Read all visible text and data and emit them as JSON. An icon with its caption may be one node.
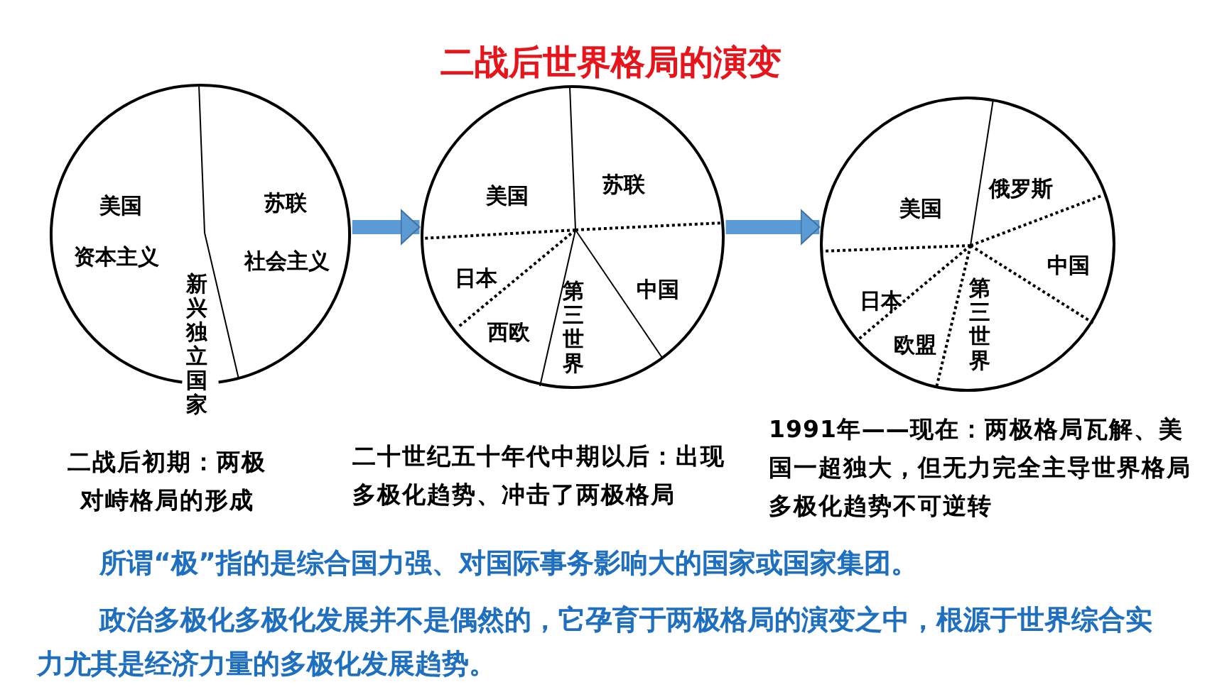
{
  "diagram": {
    "title": "二战后世界格局的演变",
    "nodes": [
      {
        "text": [
          "美国",
          "资本主义",
          "苏联",
          "社会主义",
          "新兴独立国家"
        ],
        "beside": [
          "二战后初期：两极对峙格局的形成"
        ]
      },
      {
        "text": [
          "美国",
          "苏联",
          "日本",
          "西欧",
          "第三世界",
          "中国"
        ]
      },
      {
        "text": [
          "美国",
          "俄罗斯",
          "中国",
          "日本",
          "欧盟",
          "第三世界"
        ],
        "beside": [
          "1991年——现在：两极格局瓦解、美国一超独大，但无力完全主导世界格局多极化趋势不可逆转"
        ]
      }
    ],
    "edges": [
      {
        "from": 0,
        "to": 1,
        "arrow": "to"
      },
      {
        "from": 1,
        "to": 2,
        "arrow": "to"
      }
    ],
    "labels": [
      "二十世纪五十年代中期以后：出现多极化趋势、冲击了两极格局",
      "所谓“极”指的是综合国力强、对国际事务影响大的国家或国家集团。",
      "政治多极化多极化发展并不是偶然的，它孕育于两极格局的演变之中，根源于世界综合实力尤其是经济力量的多极化发展趋势。"
    ]
  }
}
